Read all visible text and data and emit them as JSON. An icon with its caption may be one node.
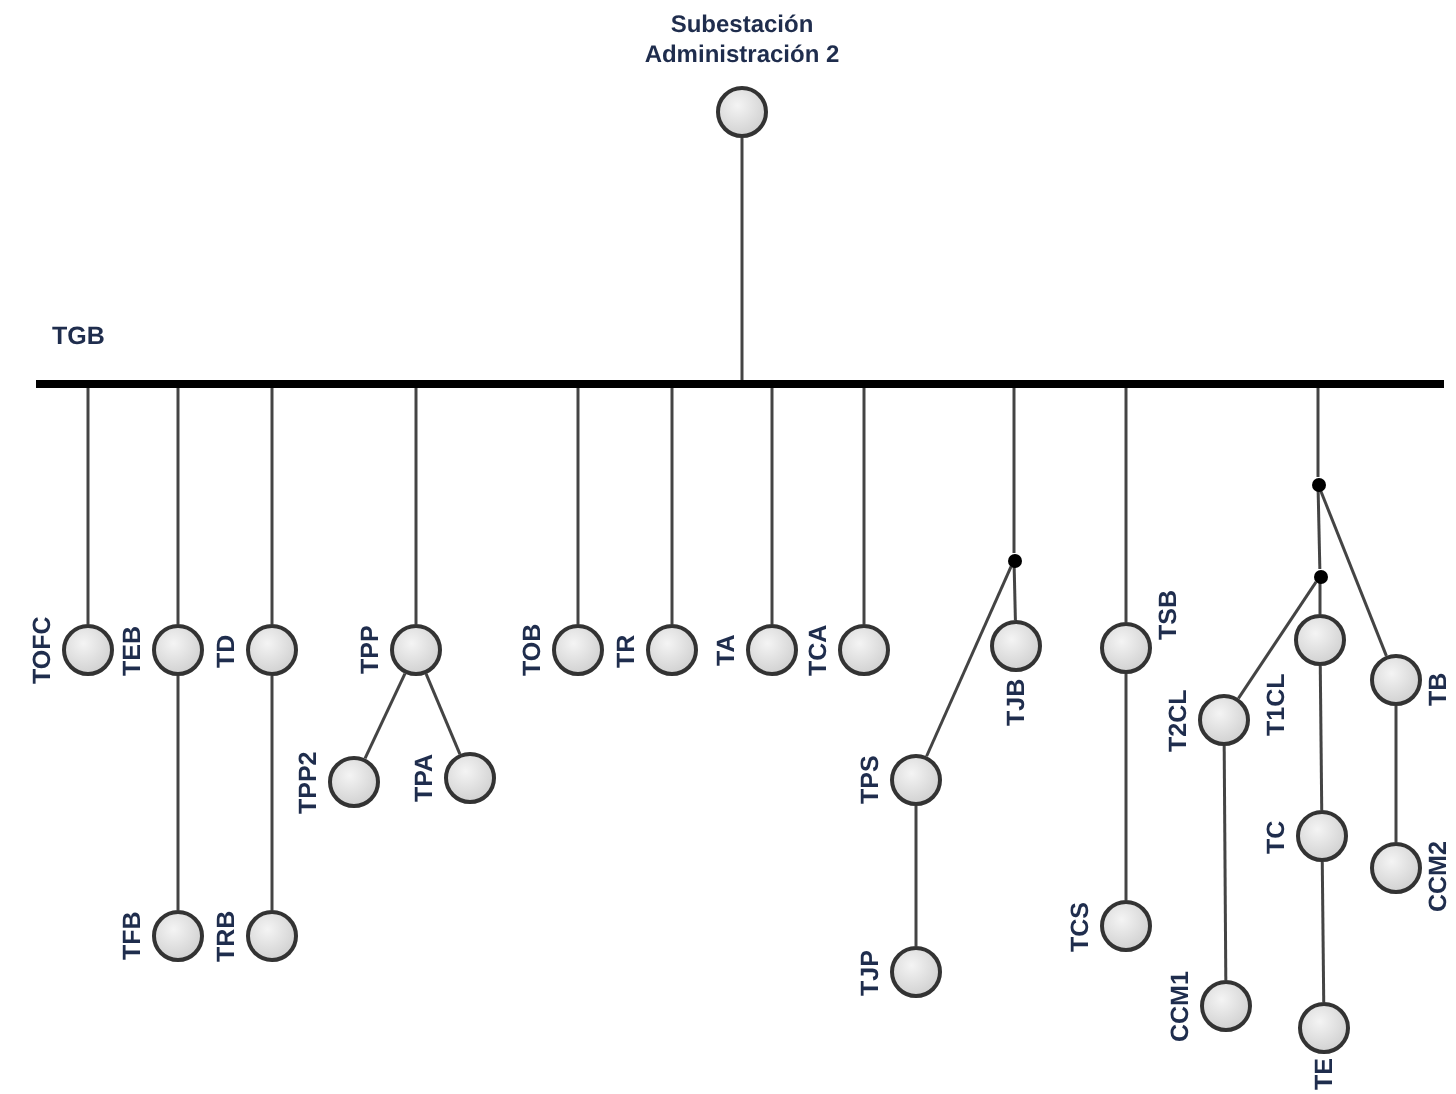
{
  "diagram": {
    "nodes": [
      {
        "text": [
          "Subestación Administración 2"
        ]
      },
      {
        "text": [
          "TGB"
        ]
      },
      {
        "text": [
          "TOFC"
        ]
      },
      {
        "text": [
          "TEB"
        ]
      },
      {
        "text": [
          "TFB"
        ]
      },
      {
        "text": [
          "TD"
        ]
      },
      {
        "text": [
          "TRB"
        ]
      },
      {
        "text": [
          "TPP"
        ]
      },
      {
        "text": [
          "TPP2"
        ]
      },
      {
        "text": [
          "TPA"
        ]
      },
      {
        "text": [
          "TOB"
        ]
      },
      {
        "text": [
          "TR"
        ]
      },
      {
        "text": [
          "TA"
        ]
      },
      {
        "text": [
          "TCA"
        ]
      },
      {
        "text": [],
        "shape": "circle"
      },
      {
        "text": [
          "TJB"
        ]
      },
      {
        "text": [
          "TPS"
        ]
      },
      {
        "text": [
          "TJP"
        ]
      },
      {
        "text": [
          "TSB"
        ]
      },
      {
        "text": [
          "TCS"
        ]
      },
      {
        "text": [],
        "shape": "circle"
      },
      {
        "text": [],
        "shape": "circle"
      },
      {
        "text": [
          "T2CL"
        ]
      },
      {
        "text": [
          "CCM1"
        ]
      },
      {
        "text": [
          "T1CL"
        ]
      },
      {
        "text": [
          "TC"
        ]
      },
      {
        "text": [
          "TE"
        ]
      },
      {
        "text": [
          "TB"
        ]
      },
      {
        "text": [
          "CCM2"
        ]
      }
    ],
    "edges": [
      {
        "from": 0,
        "to": 1,
        "arrow": "none"
      },
      {
        "from": 1,
        "to": 2,
        "arrow": "none"
      },
      {
        "from": 1,
        "to": 3,
        "arrow": "none"
      },
      {
        "from": 3,
        "to": 4,
        "arrow": "none"
      },
      {
        "from": 1,
        "to": 5,
        "arrow": "none"
      },
      {
        "from": 5,
        "to": 6,
        "arrow": "none"
      },
      {
        "from": 1,
        "to": 7,
        "arrow": "none"
      },
      {
        "from": 7,
        "to": 8,
        "arrow": "none"
      },
      {
        "from": 7,
        "to": 9,
        "arrow": "none"
      },
      {
        "from": 1,
        "to": 10,
        "arrow": "none"
      },
      {
        "from": 1,
        "to": 11,
        "arrow": "none"
      },
      {
        "from": 1,
        "to": 12,
        "arrow": "none"
      },
      {
        "from": 1,
        "to": 13,
        "arrow": "none"
      },
      {
        "from": 1,
        "to": 14,
        "arrow": "none"
      },
      {
        "from": 14,
        "to": 15,
        "arrow": "none"
      },
      {
        "from": 14,
        "to": 16,
        "arrow": "none"
      },
      {
        "from": 16,
        "to": 17,
        "arrow": "none"
      },
      {
        "from": 1,
        "to": 18,
        "arrow": "none"
      },
      {
        "from": 18,
        "to": 19,
        "arrow": "none"
      },
      {
        "from": 1,
        "to": 20,
        "arrow": "none"
      },
      {
        "from": 20,
        "to": 21,
        "arrow": "none"
      },
      {
        "from": 20,
        "to": 27,
        "arrow": "none"
      },
      {
        "from": 21,
        "to": 22,
        "arrow": "none"
      },
      {
        "from": 21,
        "to": 24,
        "arrow": "none"
      },
      {
        "from": 22,
        "to": 23,
        "arrow": "none"
      },
      {
        "from": 24,
        "to": 25,
        "arrow": "none"
      },
      {
        "from": 25,
        "to": 26,
        "arrow": "none"
      },
      {
        "from": 27,
        "to": 28,
        "arrow": "none"
      }
    ]
  }
}
